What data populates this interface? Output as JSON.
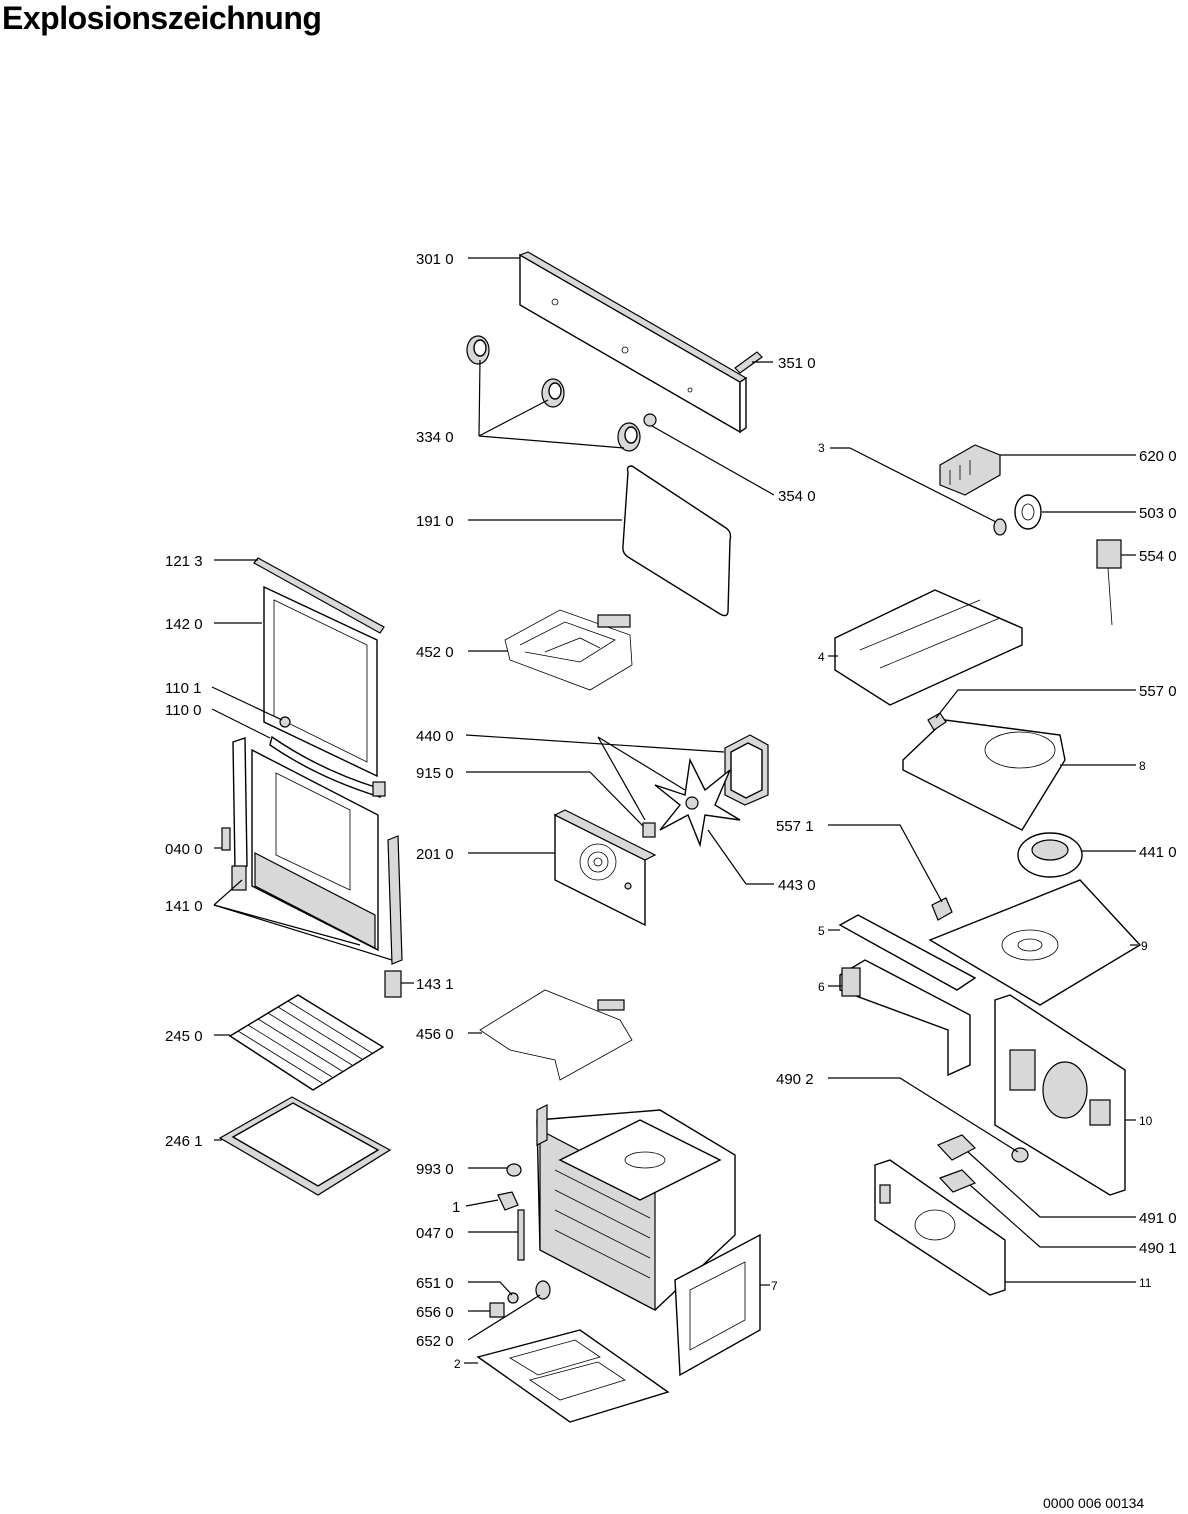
{
  "title": "Explosionszeichnung",
  "doc_number": "0000 006 00134",
  "labels": {
    "l3010": "301 0",
    "l3510": "351 0",
    "l3340": "334 0",
    "l3540": "354 0",
    "l1910": "191 0",
    "l1213": "121 3",
    "l1420": "142 0",
    "l4520": "452 0",
    "l1101": "110 1",
    "l1100": "110 0",
    "l4400": "440 0",
    "l9150": "915 0",
    "l0400": "040 0",
    "l2010": "201 0",
    "l4430": "443 0",
    "l1410": "141 0",
    "l1431": "143 1",
    "l2450": "245 0",
    "l4560": "456 0",
    "l2461": "246 1",
    "l9930": "993 0",
    "l1": "1",
    "l0470": "047 0",
    "l6510": "651 0",
    "l6560": "656 0",
    "l6520": "652 0",
    "l2": "2",
    "l3": "3",
    "l6200": "620 0",
    "l5030": "503 0",
    "l5540": "554 0",
    "l4": "4",
    "l5570": "557 0",
    "l8": "8",
    "l5571": "557 1",
    "l4410": "441 0",
    "l5": "5",
    "l9": "9",
    "l6": "6",
    "l4902": "490 2",
    "l10": "10",
    "l4910": "491 0",
    "l4901": "490 1",
    "l11": "11",
    "l7": "7"
  }
}
